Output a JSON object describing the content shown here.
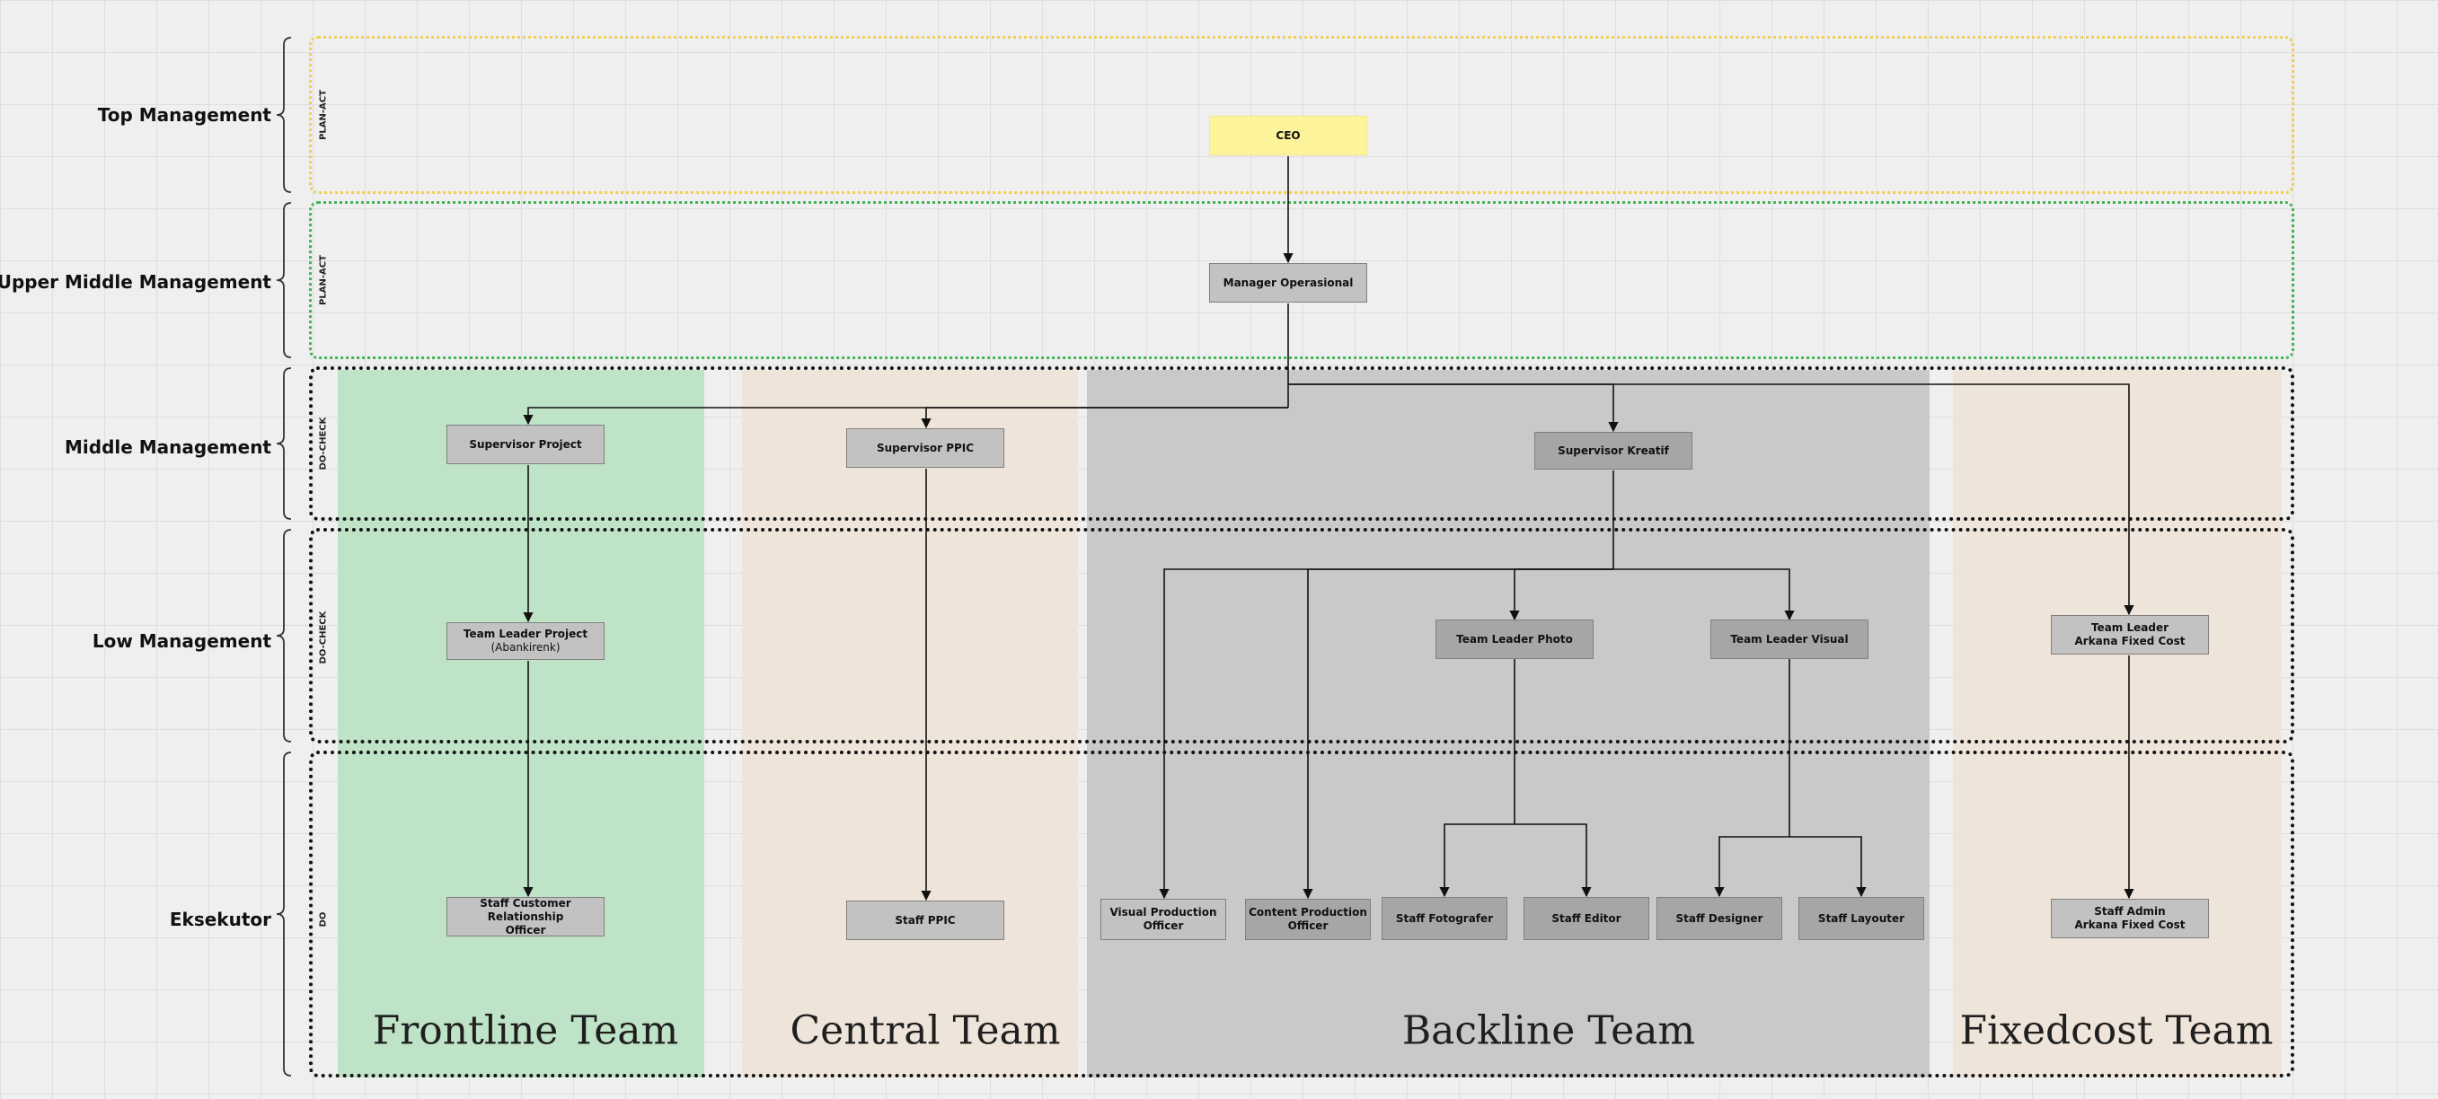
{
  "levels": {
    "top": "Top Management",
    "upper_middle": "Upper Middle Management",
    "middle": "Middle Management",
    "low": "Low Management",
    "executor": "Eksekutor"
  },
  "phases": {
    "top": "PLAN-ACT",
    "upper_middle": "PLAN-ACT",
    "middle": "DO-CHECK",
    "low": "DO-CHECK",
    "executor": "DO"
  },
  "teams": {
    "frontline": "Frontline Team",
    "central": "Central Team",
    "backline": "Backline Team",
    "fixedcost": "Fixedcost Team"
  },
  "nodes": {
    "ceo": "CEO",
    "manager_operasional": "Manager Operasional",
    "supervisor_project": "Supervisor Project",
    "supervisor_ppic": "Supervisor PPIC",
    "supervisor_kreatif": "Supervisor Kreatif",
    "team_leader_project": "Team Leader Project",
    "team_leader_project_sub": "(Abankirenk)",
    "team_leader_photo": "Team Leader Photo",
    "team_leader_visual": "Team Leader Visual",
    "team_leader_arkana_1": "Team Leader",
    "team_leader_arkana_2": "Arkana Fixed Cost",
    "staff_cro_1": "Staff Customer Relationship",
    "staff_cro_2": "Officer",
    "staff_ppic": "Staff PPIC",
    "visual_production_1": "Visual  Production",
    "visual_production_2": "Officer",
    "content_production_1": "Content  Production",
    "content_production_2": "Officer",
    "staff_fotografer": "Staff Fotografer",
    "staff_editor": "Staff Editor",
    "staff_designer": "Staff Designer",
    "staff_layouter": "Staff Layouter",
    "staff_admin_1": "Staff Admin",
    "staff_admin_2": "Arkana Fixed Cost"
  },
  "colors": {
    "frontline": "#bfe3c6",
    "central": "#efe4da",
    "backline": "#c9c9c9",
    "fixedcost": "#efe4da",
    "ceo": "#fcf39a",
    "top_border": "#f1cf52",
    "upper_border": "#3fb55a"
  }
}
